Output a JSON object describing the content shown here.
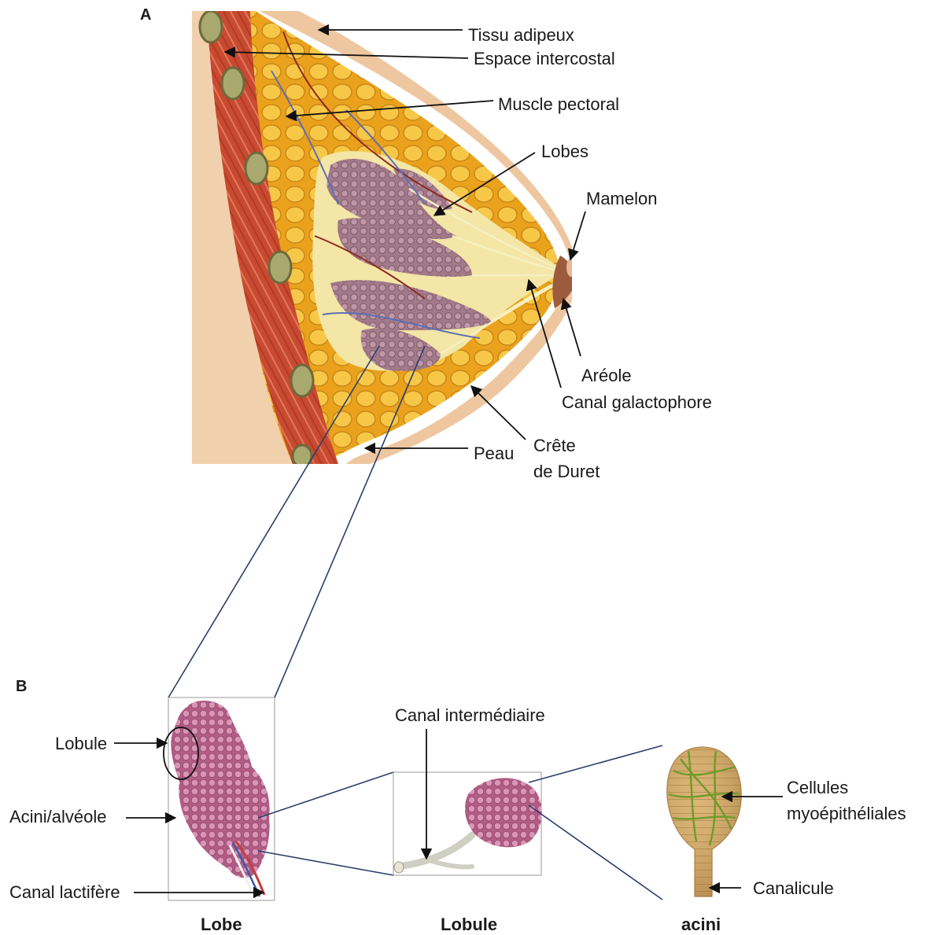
{
  "panels": {
    "a": "A",
    "b": "B"
  },
  "labels_a": {
    "tissu_adipeux": "Tissu adipeux",
    "espace_intercostal": "Espace intercostal",
    "muscle_pectoral": "Muscle pectoral",
    "lobes": "Lobes",
    "mamelon": "Mamelon",
    "areole": "Aréole",
    "canal_galactophore": "Canal galactophore",
    "crete_de_duret": "Crête\nde Duret",
    "peau": "Peau"
  },
  "labels_b": {
    "lobule_pointer": "Lobule",
    "acini_alveole": "Acini/alvéole",
    "canal_lactifere": "Canal lactifère",
    "canal_intermediaire": "Canal intermédiaire",
    "cellules_myoepitheliales": "Cellules\nmyoépithéliales",
    "canalicule": "Canalicule"
  },
  "captions": {
    "lobe": "Lobe",
    "lobule": "Lobule",
    "acini": "acini"
  },
  "colors": {
    "skin": "#f2cfa8",
    "muscle": "#c9482f",
    "fat": "#f0b62a",
    "gland": "#a77f8e",
    "lobule_pink": "#c87a9c",
    "acinus_tan": "#d2a86a",
    "myoepithelial_green": "#6f9b2a",
    "zoom_line": "#2b3f6b"
  }
}
